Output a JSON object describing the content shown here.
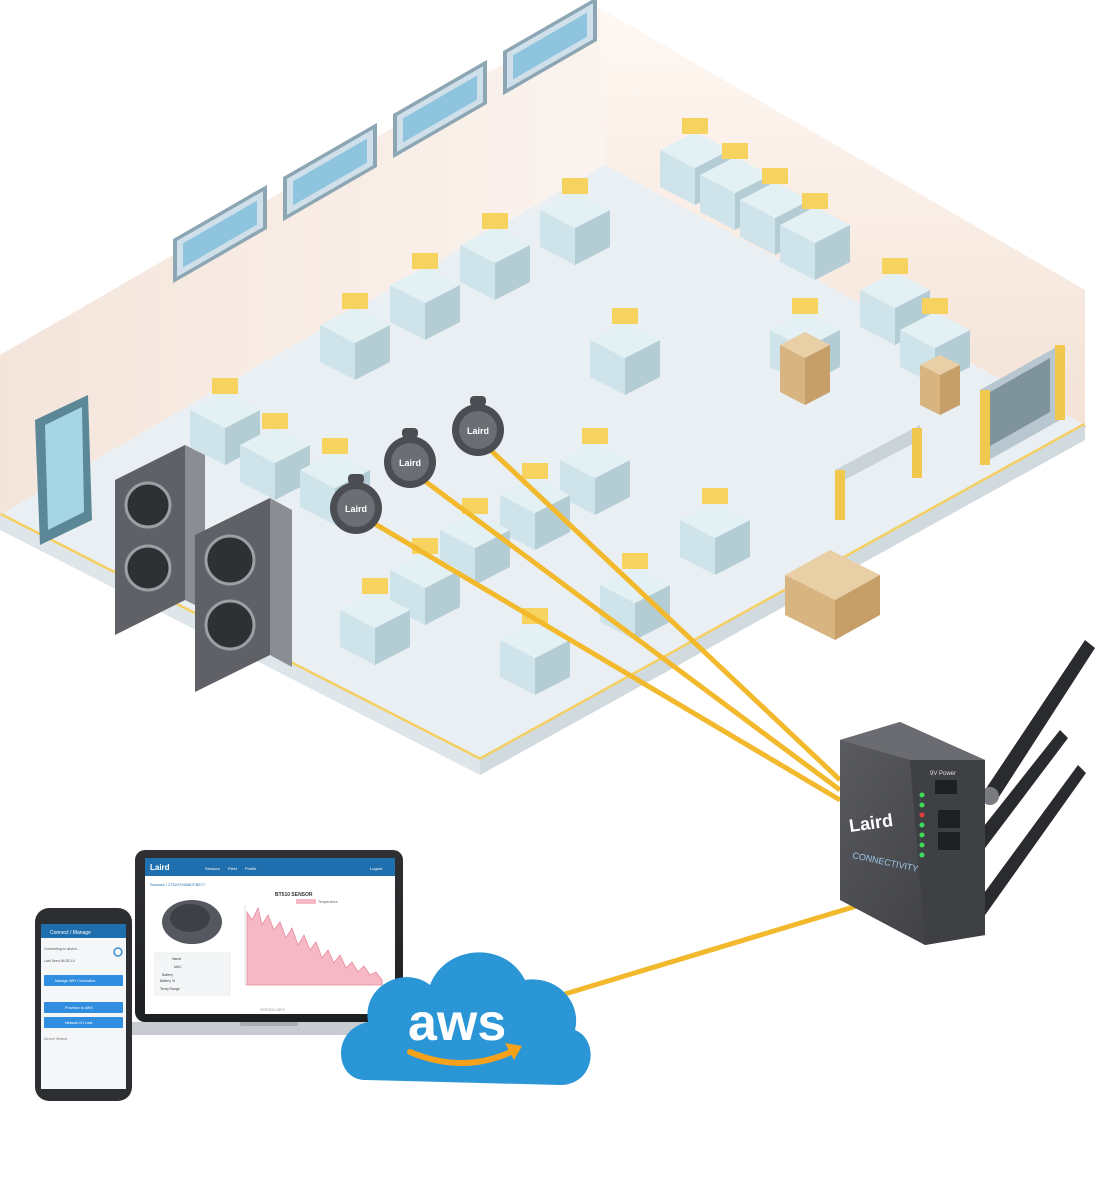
{
  "sensor_brand": "Laird",
  "gateway": {
    "brand": "Laird",
    "label": "CONNECTIVITY",
    "power_label": "9V Power"
  },
  "cloud": {
    "label": "aws"
  },
  "laptop": {
    "nav_brand": "Laird",
    "nav_items": [
      "Sensors",
      "Fleet",
      "Profile"
    ],
    "logout": "Logout",
    "breadcrumb": "Sensors / 2752470408CFB577",
    "chart_title": "BT510 SENSOR",
    "legend": "Temperature",
    "table_labels": [
      "Name",
      "MAC",
      "Battery",
      "Battery %",
      "Temp Range"
    ],
    "footer": "VERSION INFO"
  },
  "phone": {
    "header": "Connect / Manage",
    "status_line1": "Connecting to device...",
    "status_line2": "Last Seen 84:2E:14",
    "button_primary": "Manage WiFi Connection",
    "button_secondary1": "Provision to AWS",
    "button_secondary2": "Network I/O Lists",
    "footer_text": "Device Version"
  },
  "colors": {
    "link_line": "#f2b92d",
    "aws_cloud": "#2b96d6",
    "aws_smile": "#f7a11a",
    "floor": "#e9eff3",
    "wall": "#f7ece5",
    "machine": "#cfe4ea",
    "accent_yellow": "#f6d35e",
    "gateway_body": "#4d4e52",
    "chart_fill": "#f5b8c4"
  }
}
